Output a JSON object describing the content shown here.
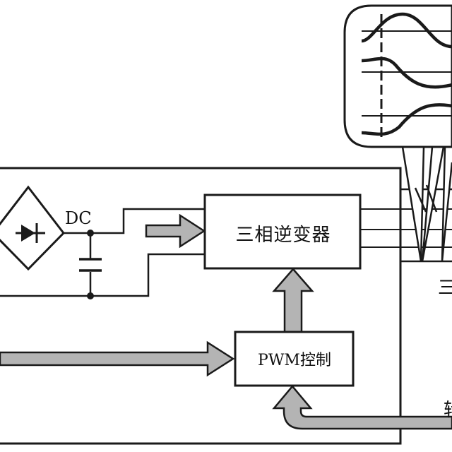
{
  "labels": {
    "dc": "DC",
    "inverter": "三相逆变器",
    "pwm": "PWM控制",
    "right_partial_1": "三",
    "right_partial_2": "转"
  },
  "colors": {
    "line": "#1a1a1a",
    "arrow_fill": "#b4b4b4",
    "background": "#ffffff"
  },
  "icons": {
    "rectifier": "diode-bridge-icon",
    "capacitor": "capacitor-icon",
    "waveforms": "sine-waveform-icon"
  }
}
